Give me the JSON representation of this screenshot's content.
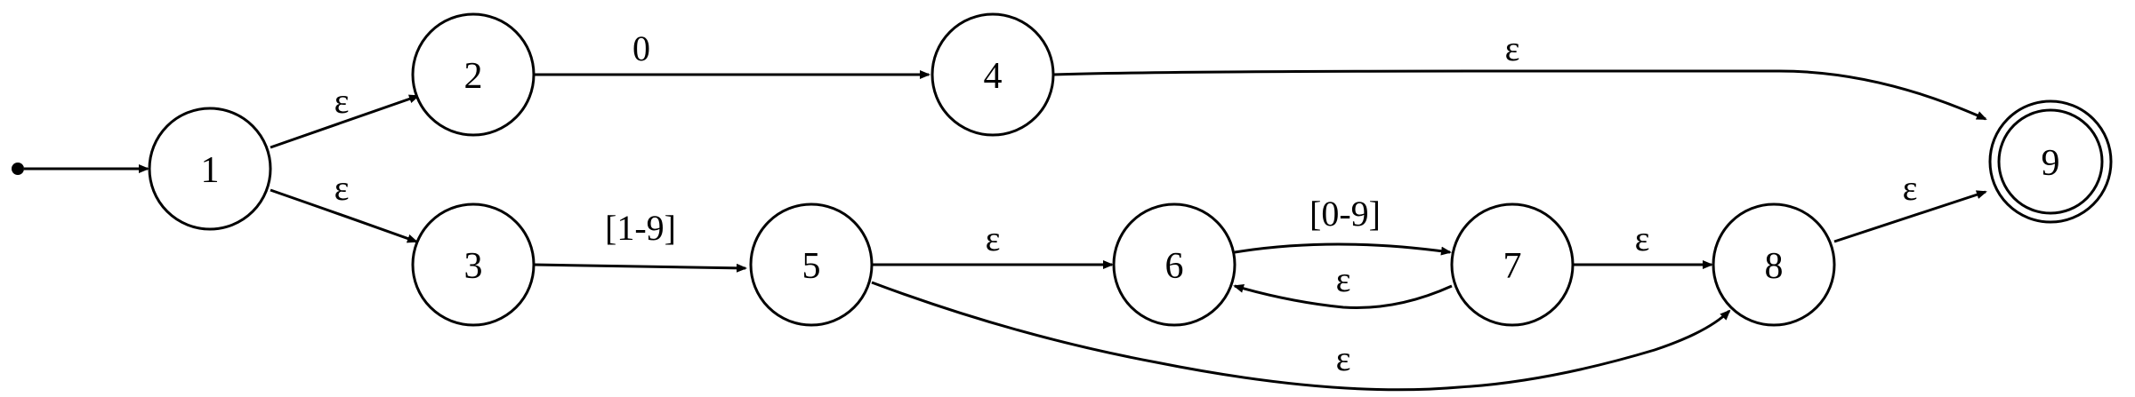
{
  "diagram": {
    "nodes": [
      {
        "id": "1",
        "label": "1",
        "accepting": false
      },
      {
        "id": "2",
        "label": "2",
        "accepting": false
      },
      {
        "id": "3",
        "label": "3",
        "accepting": false
      },
      {
        "id": "4",
        "label": "4",
        "accepting": false
      },
      {
        "id": "5",
        "label": "5",
        "accepting": false
      },
      {
        "id": "6",
        "label": "6",
        "accepting": false
      },
      {
        "id": "7",
        "label": "7",
        "accepting": false
      },
      {
        "id": "8",
        "label": "8",
        "accepting": false
      },
      {
        "id": "9",
        "label": "9",
        "accepting": true
      }
    ],
    "start_state": "1",
    "edges": [
      {
        "from": "1",
        "to": "2",
        "label": "ε"
      },
      {
        "from": "1",
        "to": "3",
        "label": "ε"
      },
      {
        "from": "2",
        "to": "4",
        "label": "0"
      },
      {
        "from": "3",
        "to": "5",
        "label": "[1-9]"
      },
      {
        "from": "4",
        "to": "9",
        "label": "ε"
      },
      {
        "from": "5",
        "to": "6",
        "label": "ε"
      },
      {
        "from": "5",
        "to": "8",
        "label": "ε"
      },
      {
        "from": "6",
        "to": "7",
        "label": "[0-9]"
      },
      {
        "from": "7",
        "to": "6",
        "label": "ε"
      },
      {
        "from": "7",
        "to": "8",
        "label": "ε"
      },
      {
        "from": "8",
        "to": "9",
        "label": "ε"
      }
    ]
  }
}
